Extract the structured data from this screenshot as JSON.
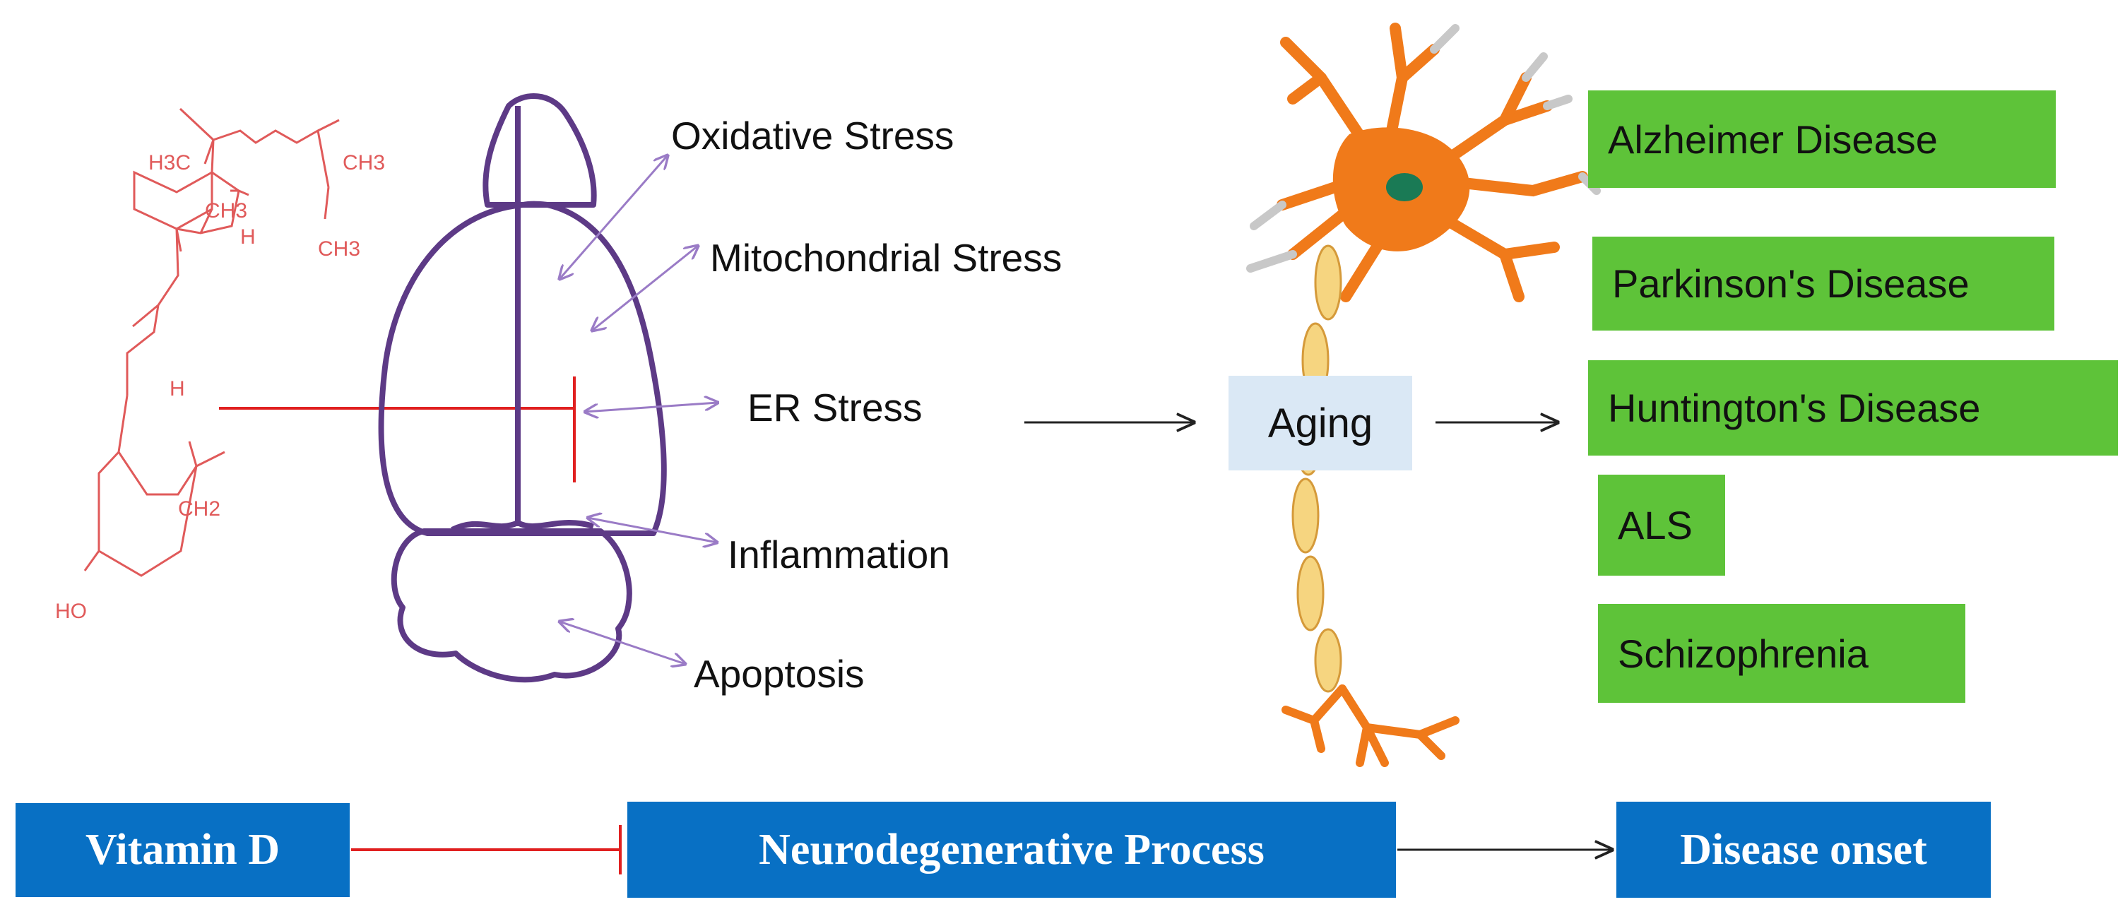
{
  "colors": {
    "molecule": "#e05a5a",
    "brain": "#5d3a86",
    "arrow_purple": "#9a7bc6",
    "inhibit": "#e02020",
    "neuron_orange": "#f07a1a",
    "axon_yellow": "#f6d580",
    "aging_fill": "#dae8f5",
    "disease_fill": "#5ec339",
    "process_fill": "#0870c4"
  },
  "molecule": {
    "labels": {
      "h3c": "H3C",
      "ch3_top": "CH3",
      "ch3_mid": "CH3",
      "ch3_methyl": "CH3",
      "h_right": "H",
      "h_lower": "H",
      "ch2": "CH2",
      "ho": "HO"
    }
  },
  "stressors": [
    "Oxidative Stress",
    "Mitochondrial Stress",
    "ER Stress",
    "Inflammation",
    "Apoptosis"
  ],
  "aging": "Aging",
  "diseases": [
    "Alzheimer Disease",
    "Parkinson's Disease",
    "Huntington's Disease",
    "ALS",
    "Schizophrenia"
  ],
  "bottom": {
    "vitamin_d": "Vitamin D",
    "process": "Neurodegenerative Process",
    "onset": "Disease onset"
  }
}
